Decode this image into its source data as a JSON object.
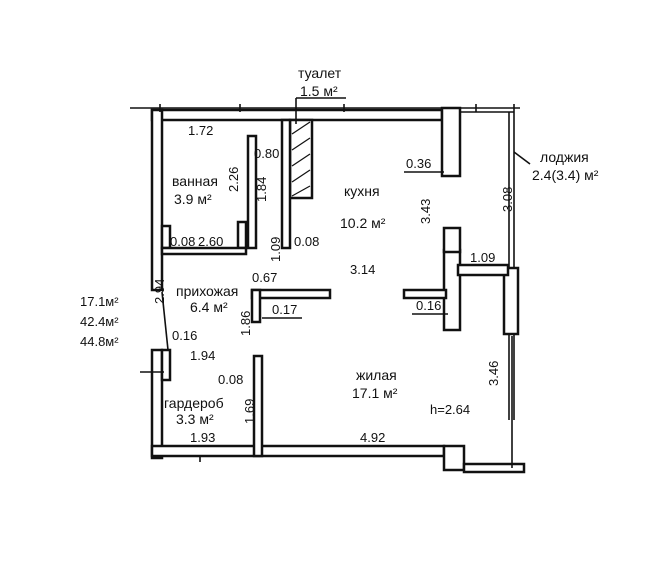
{
  "rooms": {
    "toilet": {
      "name": "туалет",
      "area": "1.5 м²"
    },
    "bathroom": {
      "name": "ванная",
      "area": "3.9 м²"
    },
    "kitchen": {
      "name": "кухня",
      "area": "10.2 м²"
    },
    "loggia": {
      "name": "лоджия",
      "area": "2.4(3.4) м²"
    },
    "hallway": {
      "name": "прихожая",
      "area": "6.4 м²"
    },
    "living": {
      "name": "жилая",
      "area": "17.1 м²"
    },
    "wardrobe": {
      "name": "гардероб",
      "area": "3.3 м²"
    }
  },
  "dimensions": {
    "d_1_72": "1.72",
    "d_0_80": "0.80",
    "d_2_26": "2.26",
    "d_1_84": "1.84",
    "d_0_36": "0.36",
    "d_3_43": "3.43",
    "d_3_08": "3.08",
    "d_0_08_a": "0.08",
    "d_2_60": "2.60",
    "d_1_09_a": "1.09",
    "d_0_08_b": "0.08",
    "d_1_09_b": "1.09",
    "d_2_94": "2.94",
    "d_0_67": "0.67",
    "d_3_14": "3.14",
    "d_1_86": "1.86",
    "d_0_17": "0.17",
    "d_0_16_a": "0.16",
    "d_0_16_b": "0.16",
    "d_1_94": "1.94",
    "d_0_08_c": "0.08",
    "d_3_46": "3.46",
    "d_1_69": "1.69",
    "d_1_93": "1.93",
    "d_4_92": "4.92",
    "ceiling_height": "h=2.64"
  },
  "summary": {
    "living_area": "17.1м²",
    "useful_area": "42.4м²",
    "total_area": "44.8м²"
  }
}
